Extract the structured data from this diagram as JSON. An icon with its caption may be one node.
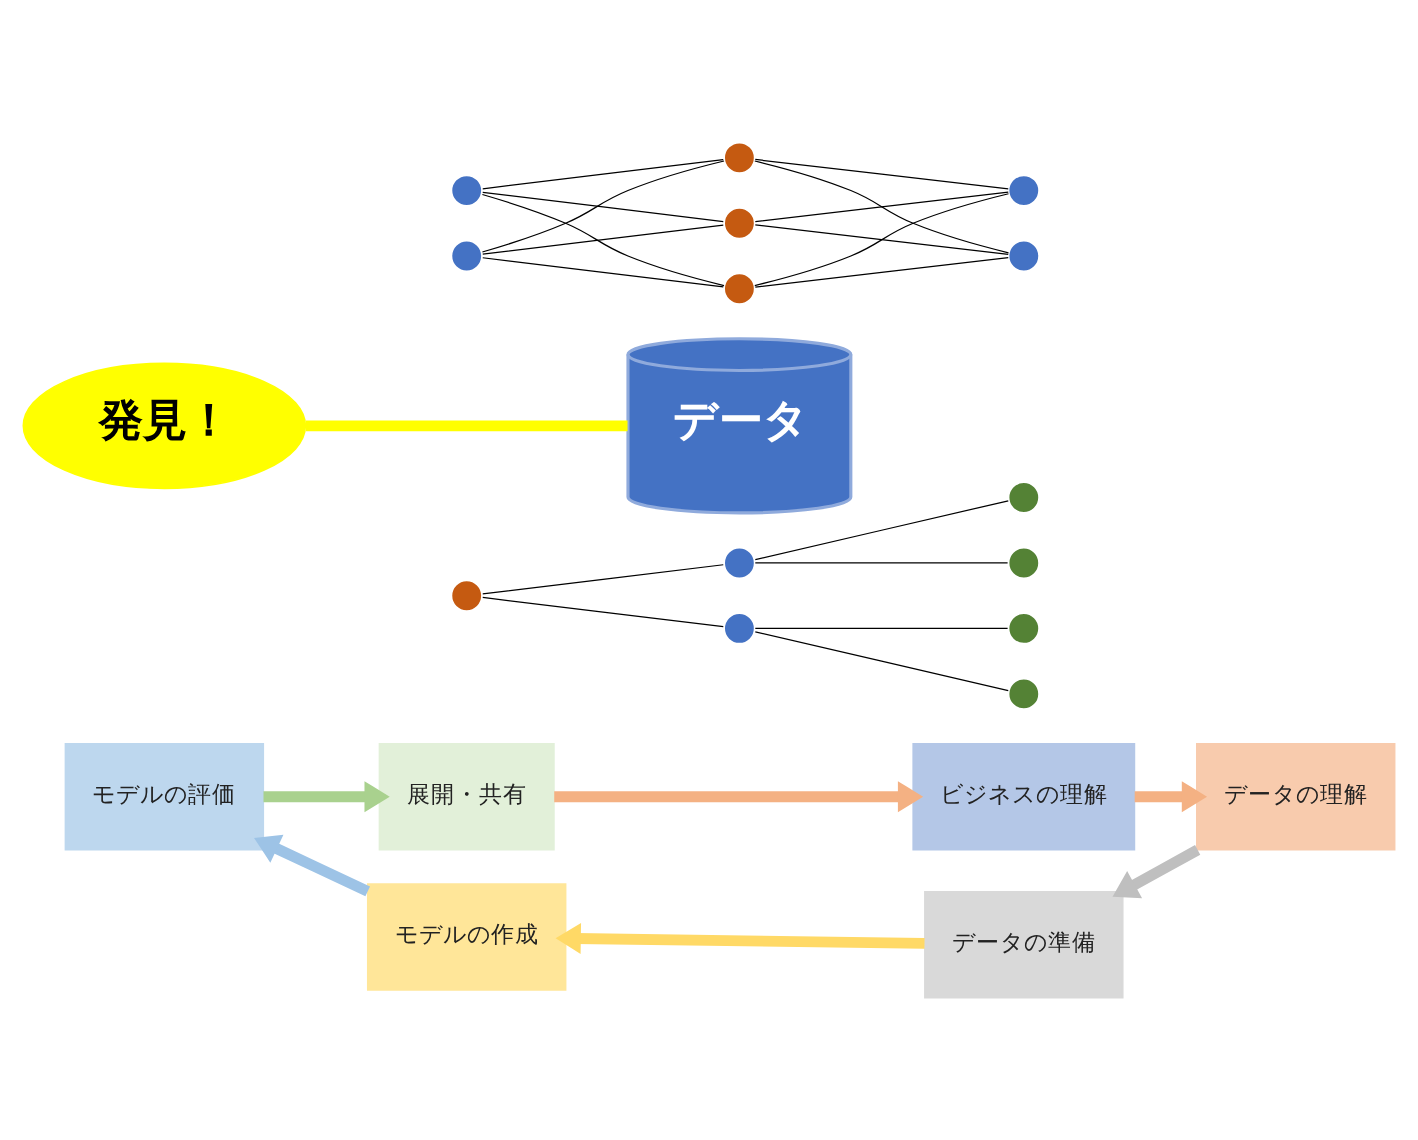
{
  "diagram": {
    "nodes": [
      {
        "text": [
          "展開・共有"
        ]
      },
      {
        "text": [
          "ビジネスの理解"
        ]
      },
      {
        "text": [
          "発見！"
        ]
      },
      {
        "text": [
          "モデルの評価"
        ]
      },
      {
        "text": [
          "データ"
        ]
      },
      {
        "text": [
          "データの理解"
        ]
      },
      {
        "text": [
          "モデルの作成"
        ]
      },
      {
        "text": [
          "データの準備"
        ]
      },
      {
        "text": [],
        "shape": "circle"
      },
      {
        "text": [],
        "shape": "circle"
      },
      {
        "text": [],
        "shape": "circle"
      },
      {
        "text": [],
        "shape": "circle"
      },
      {
        "text": [],
        "shape": "circle"
      },
      {
        "text": [],
        "shape": "circle"
      },
      {
        "text": [],
        "shape": "circle"
      },
      {
        "text": [],
        "shape": "circle"
      },
      {
        "text": [],
        "shape": "circle"
      },
      {
        "text": [],
        "shape": "circle"
      },
      {
        "text": [],
        "shape": "circle"
      },
      {
        "text": [],
        "shape": "circle"
      },
      {
        "text": [],
        "shape": "circle"
      },
      {
        "text": [],
        "shape": "circle"
      }
    ],
    "edges": [
      {
        "from": 0,
        "to": 1,
        "arrow": "to",
        "style": "thick",
        "color": "#f4b183"
      },
      {
        "from": 1,
        "to": 5,
        "arrow": "to",
        "style": "thick",
        "color": "#f4b183"
      },
      {
        "from": 5,
        "to": 7,
        "arrow": "to",
        "style": "thick",
        "color": "#bfbfbf"
      },
      {
        "from": 7,
        "to": 6,
        "arrow": "to",
        "style": "thick",
        "color": "#ffd966"
      },
      {
        "from": 6,
        "to": 3,
        "arrow": "to",
        "style": "thick",
        "color": "#9dc3e6"
      },
      {
        "from": 3,
        "to": 0,
        "arrow": "to",
        "style": "thick",
        "color": "#a9d18e"
      },
      {
        "from": 2,
        "to": 4,
        "arrow": "none",
        "style": "thick",
        "color": "#ffff00"
      },
      {
        "from": 9,
        "to": 8,
        "arrow": "none"
      },
      {
        "from": 9,
        "to": 11,
        "arrow": "none"
      },
      {
        "from": 9,
        "to": 14,
        "arrow": "none"
      },
      {
        "from": 12,
        "to": 8,
        "arrow": "none"
      },
      {
        "from": 12,
        "to": 11,
        "arrow": "none"
      },
      {
        "from": 12,
        "to": 14,
        "arrow": "none"
      },
      {
        "from": 8,
        "to": 10,
        "arrow": "none"
      },
      {
        "from": 8,
        "to": 13,
        "arrow": "none"
      },
      {
        "from": 11,
        "to": 10,
        "arrow": "none"
      },
      {
        "from": 11,
        "to": 13,
        "arrow": "none"
      },
      {
        "from": 14,
        "to": 10,
        "arrow": "none"
      },
      {
        "from": 14,
        "to": 13,
        "arrow": "none"
      },
      {
        "from": 15,
        "to": 16,
        "arrow": "none"
      },
      {
        "from": 15,
        "to": 17,
        "arrow": "none"
      },
      {
        "from": 16,
        "to": 18,
        "arrow": "none"
      },
      {
        "from": 16,
        "to": 19,
        "arrow": "none"
      },
      {
        "from": 17,
        "to": 20,
        "arrow": "none"
      },
      {
        "from": 17,
        "to": 21,
        "arrow": "none"
      }
    ]
  }
}
